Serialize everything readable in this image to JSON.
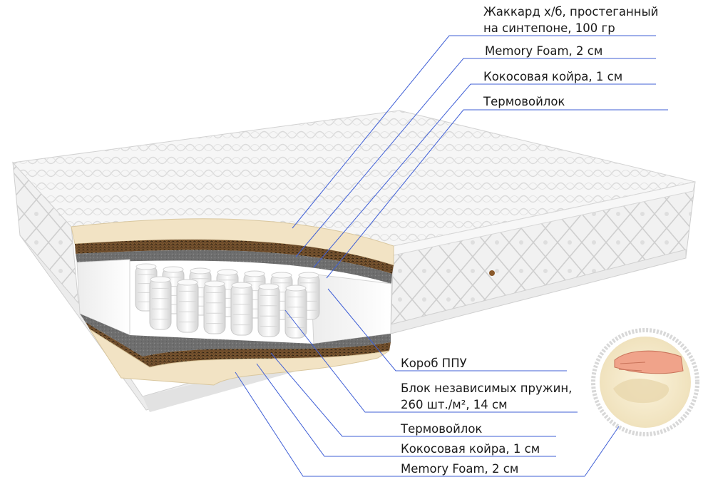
{
  "top_labels": {
    "jacquard_line1": "Жаккард х/б, простеганный",
    "jacquard_line2": "на синтепоне, 100 гр",
    "memory_foam": "Memory Foam, 2 см",
    "coconut": "Кокосовая койра, 1 см",
    "felt": "Термовойлок"
  },
  "bottom_labels": {
    "box": "Короб ППУ",
    "springs_line1": "Блок независимых пружин,",
    "springs_line2": "260 шт./м², 14 см",
    "felt": "Термовойлок",
    "coconut": "Кокосовая койра, 1 см",
    "memory_foam": "Memory Foam, 2 см"
  },
  "colors": {
    "leader": "#3f5fd6",
    "foam": "#f2e3c4",
    "coir": "#6b4a2a",
    "felt": "#707070",
    "fabric": "#f4f4f4"
  }
}
